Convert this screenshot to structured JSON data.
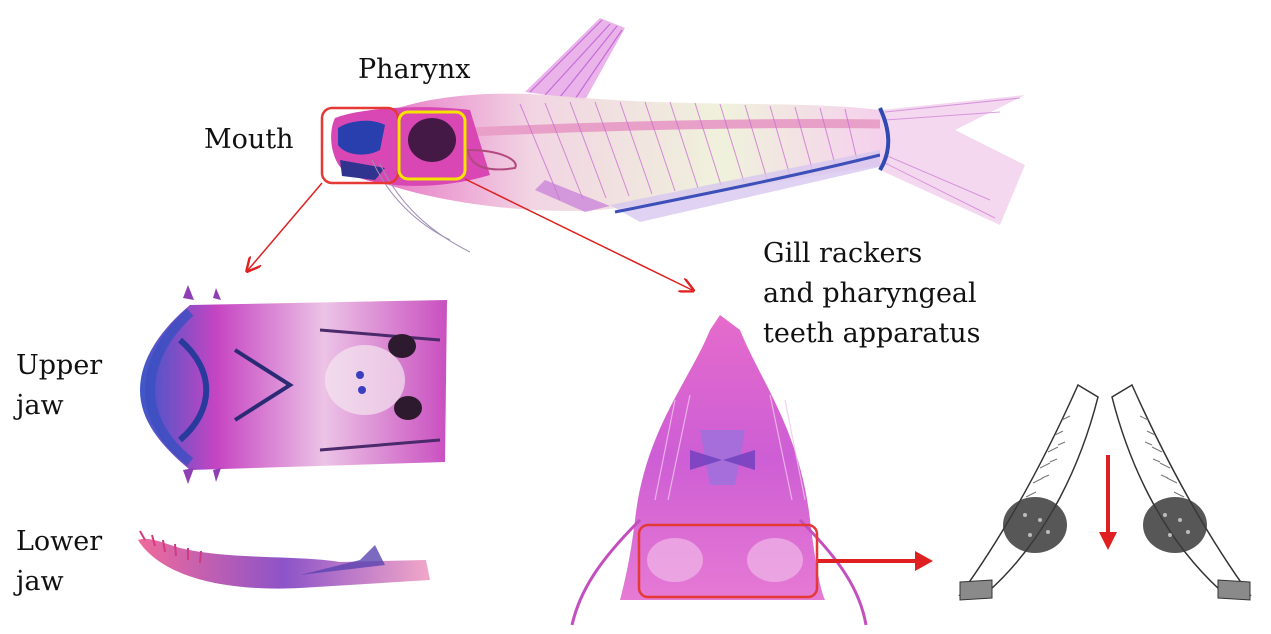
{
  "labels": {
    "mouth": "Mouth",
    "pharynx": "Pharynx",
    "gill_line1": "Gill rackers",
    "gill_line2": "and pharyngeal",
    "gill_line3": "teeth apparatus",
    "upper_jaw_line1": "Upper",
    "upper_jaw_line2": "jaw",
    "lower_jaw_line1": "Lower",
    "lower_jaw_line2": "jaw"
  },
  "colors": {
    "mouth_box": "#e53935",
    "pharynx_box": "#f5e400",
    "arrow": "#e02020",
    "bone_pink": "#e455c8",
    "cartilage_blue": "#3b3fb8"
  }
}
